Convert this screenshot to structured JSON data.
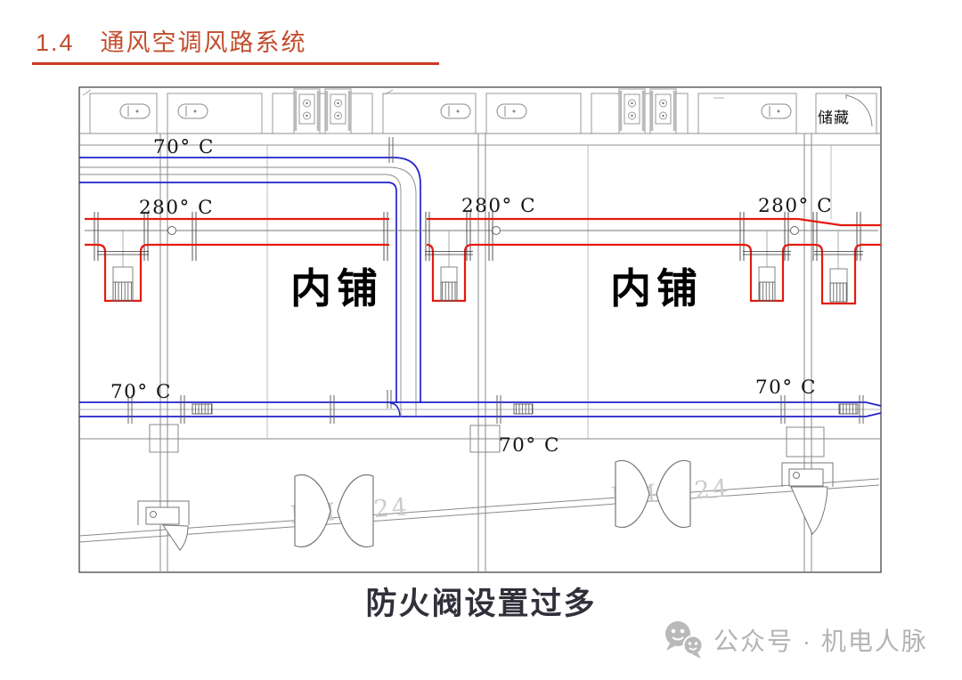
{
  "slide": {
    "title": "1.4　通风空调风路系统",
    "caption": "防火阀设置过多",
    "accent_color": "#C24E2E",
    "underline_color": "#CE3A24",
    "caption_color": "#2F3039"
  },
  "drawing": {
    "room_labels": {
      "shop_left": "内铺",
      "shop_right": "内铺",
      "storage": "储藏"
    },
    "temperature_labels": {
      "top_left_70": "70° C",
      "left_280": "280° C",
      "middle_280": "280° C",
      "right_280": "280° C",
      "bottom_left_70": "70° C",
      "bottom_middle_70": "70° C",
      "bottom_right_70": "70° C"
    },
    "valve_tags": {
      "left": "BM1524",
      "right": "BM1524"
    },
    "colors": {
      "fire_duct_red": "#E51A10",
      "pipe_blue": "#2121CC"
    }
  },
  "watermark": {
    "label": "公众号 · 机电人脉"
  }
}
